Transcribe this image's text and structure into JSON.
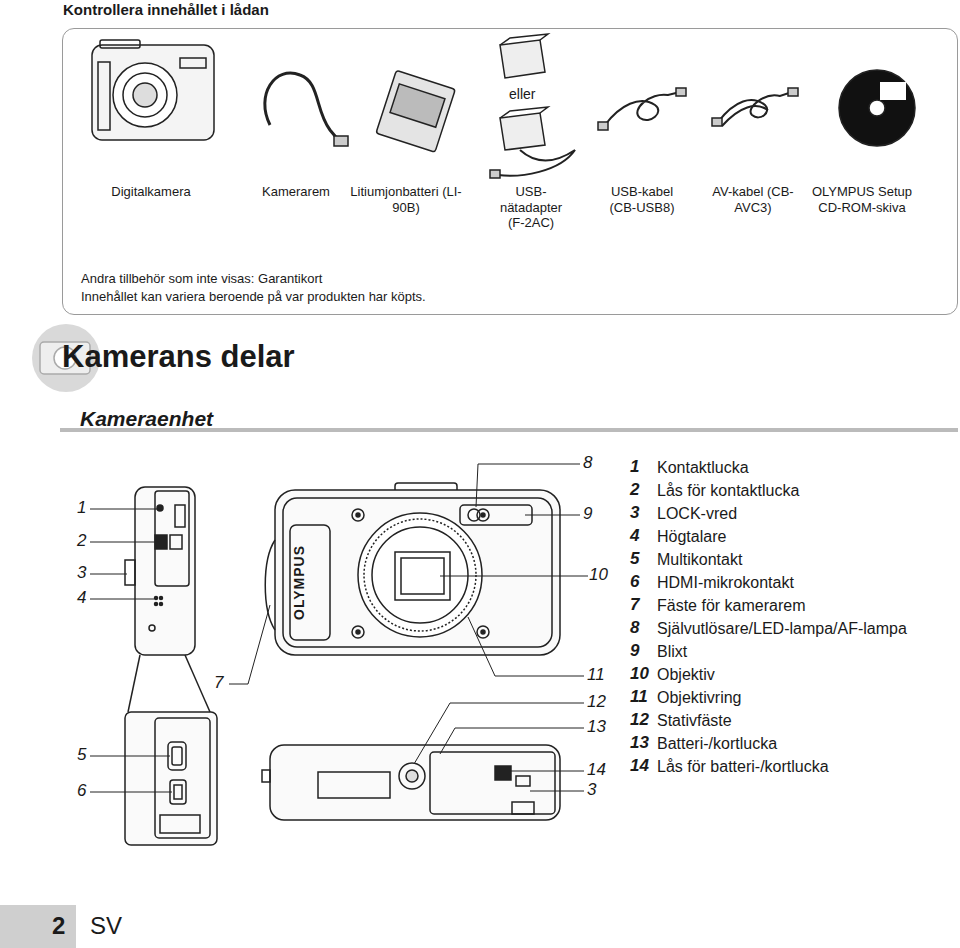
{
  "diagram": {
    "title": "Kamerans delar",
    "nodes": [
      {
        "text": [
          "Kontrollera innehållet i lådan",
          "eller",
          "Digitalkamera",
          "Kamerarem",
          "Litiumjonbatteri (LI-90B)",
          "USB- nätadapter (F-2AC)",
          "USB-kabel (CB-USB8)",
          "AV-kabel (CB-AVC3)",
          "OLYMPUS Setup CD-ROM-skiva",
          "Andra tillbehör som inte visas: Garantikort",
          "Innehållet kan variera beroende på var produkten har köpts."
        ]
      }
    ],
    "labels": [
      "Kameraenhet",
      "1",
      "2",
      "3",
      "4",
      "5",
      "6",
      "7",
      "8",
      "9",
      "10",
      "11",
      "12",
      "13",
      "14",
      "3",
      "OLYMPUS",
      "1",
      "Kontaktlucka",
      "2",
      "Lås för kontaktlucka",
      "3",
      "LOCK-vred",
      "4",
      "Högtalare",
      "5",
      "Multikontakt",
      "6",
      "HDMI-mikrokontakt",
      "7",
      "Fäste för kamerarem",
      "8",
      "Självutlösare/LED-lampa/AF-lampa",
      "9",
      "Blixt",
      "10",
      "Objektiv",
      "11",
      "Objektivring",
      "12",
      "Stativfäste",
      "13",
      "Batteri-/kortlucka",
      "14",
      "Lås för batteri-/kortlucka",
      "2",
      "SV"
    ]
  }
}
